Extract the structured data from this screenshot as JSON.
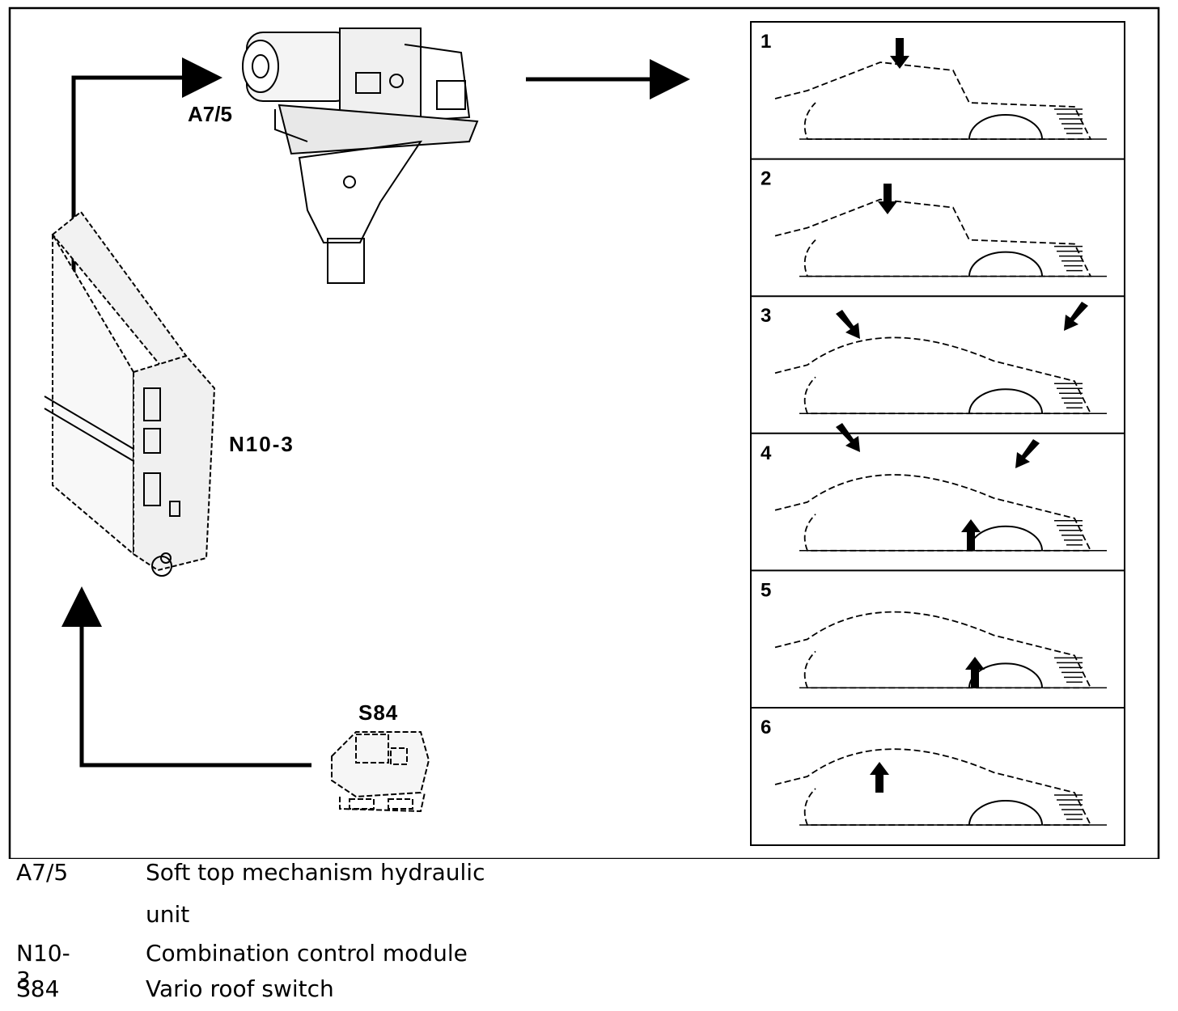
{
  "components": {
    "hydraulic_unit": {
      "code": "A7/5"
    },
    "control_module": {
      "code": "N10-3"
    },
    "roof_switch": {
      "code": "S84"
    }
  },
  "steps": [
    {
      "number": "1"
    },
    {
      "number": "2"
    },
    {
      "number": "3"
    },
    {
      "number": "4"
    },
    {
      "number": "5"
    },
    {
      "number": "6"
    }
  ],
  "legend": [
    {
      "code": "A7/5",
      "line1": "Soft top mechanism hydraulic",
      "line2": "unit"
    },
    {
      "code": "N10-3",
      "line1": "Combination control module"
    },
    {
      "code": "S84",
      "line1": "Vario roof switch"
    }
  ]
}
